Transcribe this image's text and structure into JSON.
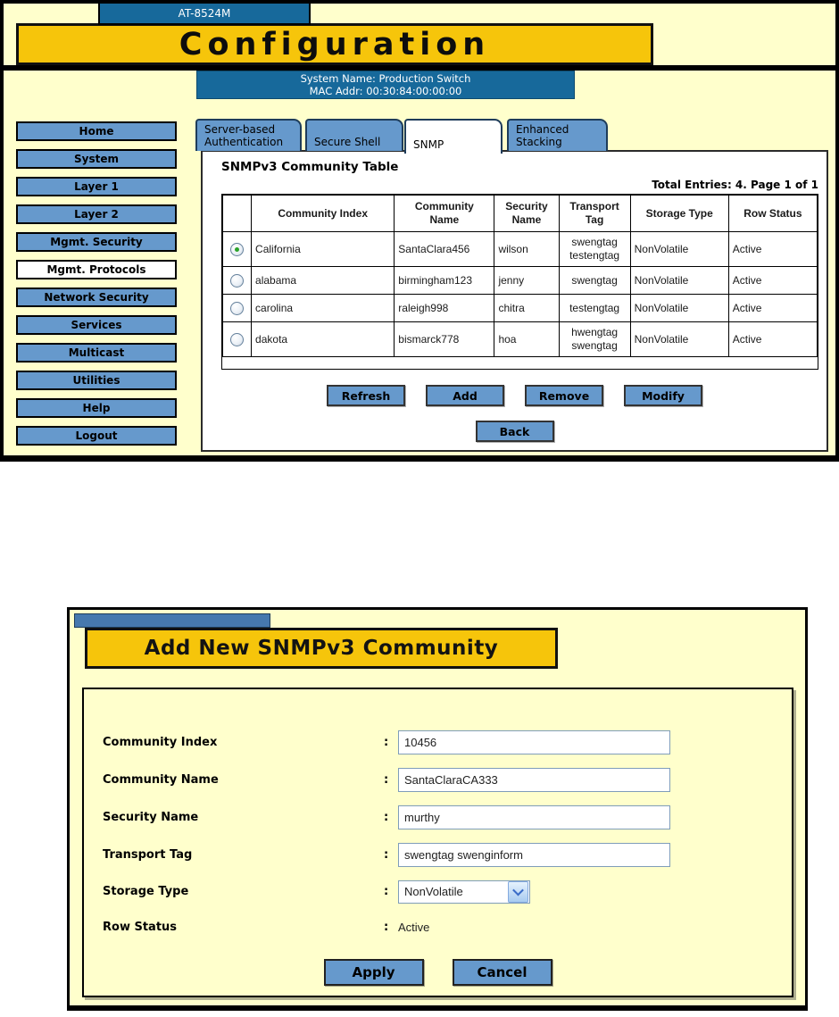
{
  "colors": {
    "panel_bg": "#FFFFCC",
    "gold": "#F6C50B",
    "dark_blue": "#17699B",
    "steel_blue": "#6699CC",
    "dialog_bar_blue": "#4678AE",
    "input_border": "#7F9DB9",
    "radio_selected_green": "#2BA32B"
  },
  "top_panel": {
    "device_tab": "AT-8524M",
    "title": "Configuration",
    "system_info": {
      "line1": "System Name: Production Switch",
      "line2": "MAC Addr: 00:30:84:00:00:00"
    },
    "sidebar": {
      "items": [
        {
          "label": "Home",
          "active": false
        },
        {
          "label": "System",
          "active": false
        },
        {
          "label": "Layer 1",
          "active": false
        },
        {
          "label": "Layer 2",
          "active": false
        },
        {
          "label": "Mgmt. Security",
          "active": false
        },
        {
          "label": "Mgmt. Protocols",
          "active": true
        },
        {
          "label": "Network Security",
          "active": false
        },
        {
          "label": "Services",
          "active": false
        },
        {
          "label": "Multicast",
          "active": false
        },
        {
          "label": "Utilities",
          "active": false
        },
        {
          "label": "Help",
          "active": false
        },
        {
          "label": "Logout",
          "active": false
        }
      ]
    },
    "tabs": [
      {
        "line1": "Server-based",
        "line2": "Authentication",
        "active": false
      },
      {
        "line1": "Secure Shell",
        "line2": "",
        "active": false
      },
      {
        "line1": "SNMP",
        "line2": "",
        "active": true
      },
      {
        "line1": "Enhanced",
        "line2": "Stacking",
        "active": false
      }
    ],
    "content": {
      "heading": "SNMPv3 Community Table",
      "pagination": "Total Entries: 4. Page 1 of 1",
      "table": {
        "headers": {
          "radio": "",
          "community_index": "Community Index",
          "community_name": "Community\nName",
          "security_name": "Security\nName",
          "transport_tag": "Transport\nTag",
          "storage_type": "Storage Type",
          "row_status": "Row Status"
        },
        "rows": [
          {
            "selected": true,
            "community_index": "California",
            "community_name": "SantaClara456",
            "security_name": "wilson",
            "transport_tag": "swengtag testengtag",
            "storage_type": "NonVolatile",
            "row_status": "Active"
          },
          {
            "selected": false,
            "community_index": "alabama",
            "community_name": "birmingham123",
            "security_name": "jenny",
            "transport_tag": "swengtag",
            "storage_type": "NonVolatile",
            "row_status": "Active"
          },
          {
            "selected": false,
            "community_index": "carolina",
            "community_name": "raleigh998",
            "security_name": "chitra",
            "transport_tag": "testengtag",
            "storage_type": "NonVolatile",
            "row_status": "Active"
          },
          {
            "selected": false,
            "community_index": "dakota",
            "community_name": "bismarck778",
            "security_name": "hoa",
            "transport_tag": "hwengtag swengtag",
            "storage_type": "NonVolatile",
            "row_status": "Active"
          }
        ]
      },
      "buttons": {
        "refresh": "Refresh",
        "add": "Add",
        "remove": "Remove",
        "modify": "Modify",
        "back": "Back"
      }
    }
  },
  "dialog": {
    "title": "Add New SNMPv3 Community",
    "fields": {
      "community_index": {
        "label": "Community Index",
        "separator": ":",
        "value": "10456"
      },
      "community_name": {
        "label": "Community Name",
        "separator": ":",
        "value": "SantaClaraCA333"
      },
      "security_name": {
        "label": "Security Name",
        "separator": ":",
        "value": "murthy"
      },
      "transport_tag": {
        "label": "Transport Tag",
        "separator": ":",
        "value": "swengtag swenginform"
      },
      "storage_type": {
        "label": "Storage Type",
        "separator": ":",
        "value": "NonVolatile"
      },
      "row_status": {
        "label": "Row Status",
        "separator": ":",
        "value": "Active"
      }
    },
    "buttons": {
      "apply": "Apply",
      "cancel": "Cancel"
    }
  }
}
